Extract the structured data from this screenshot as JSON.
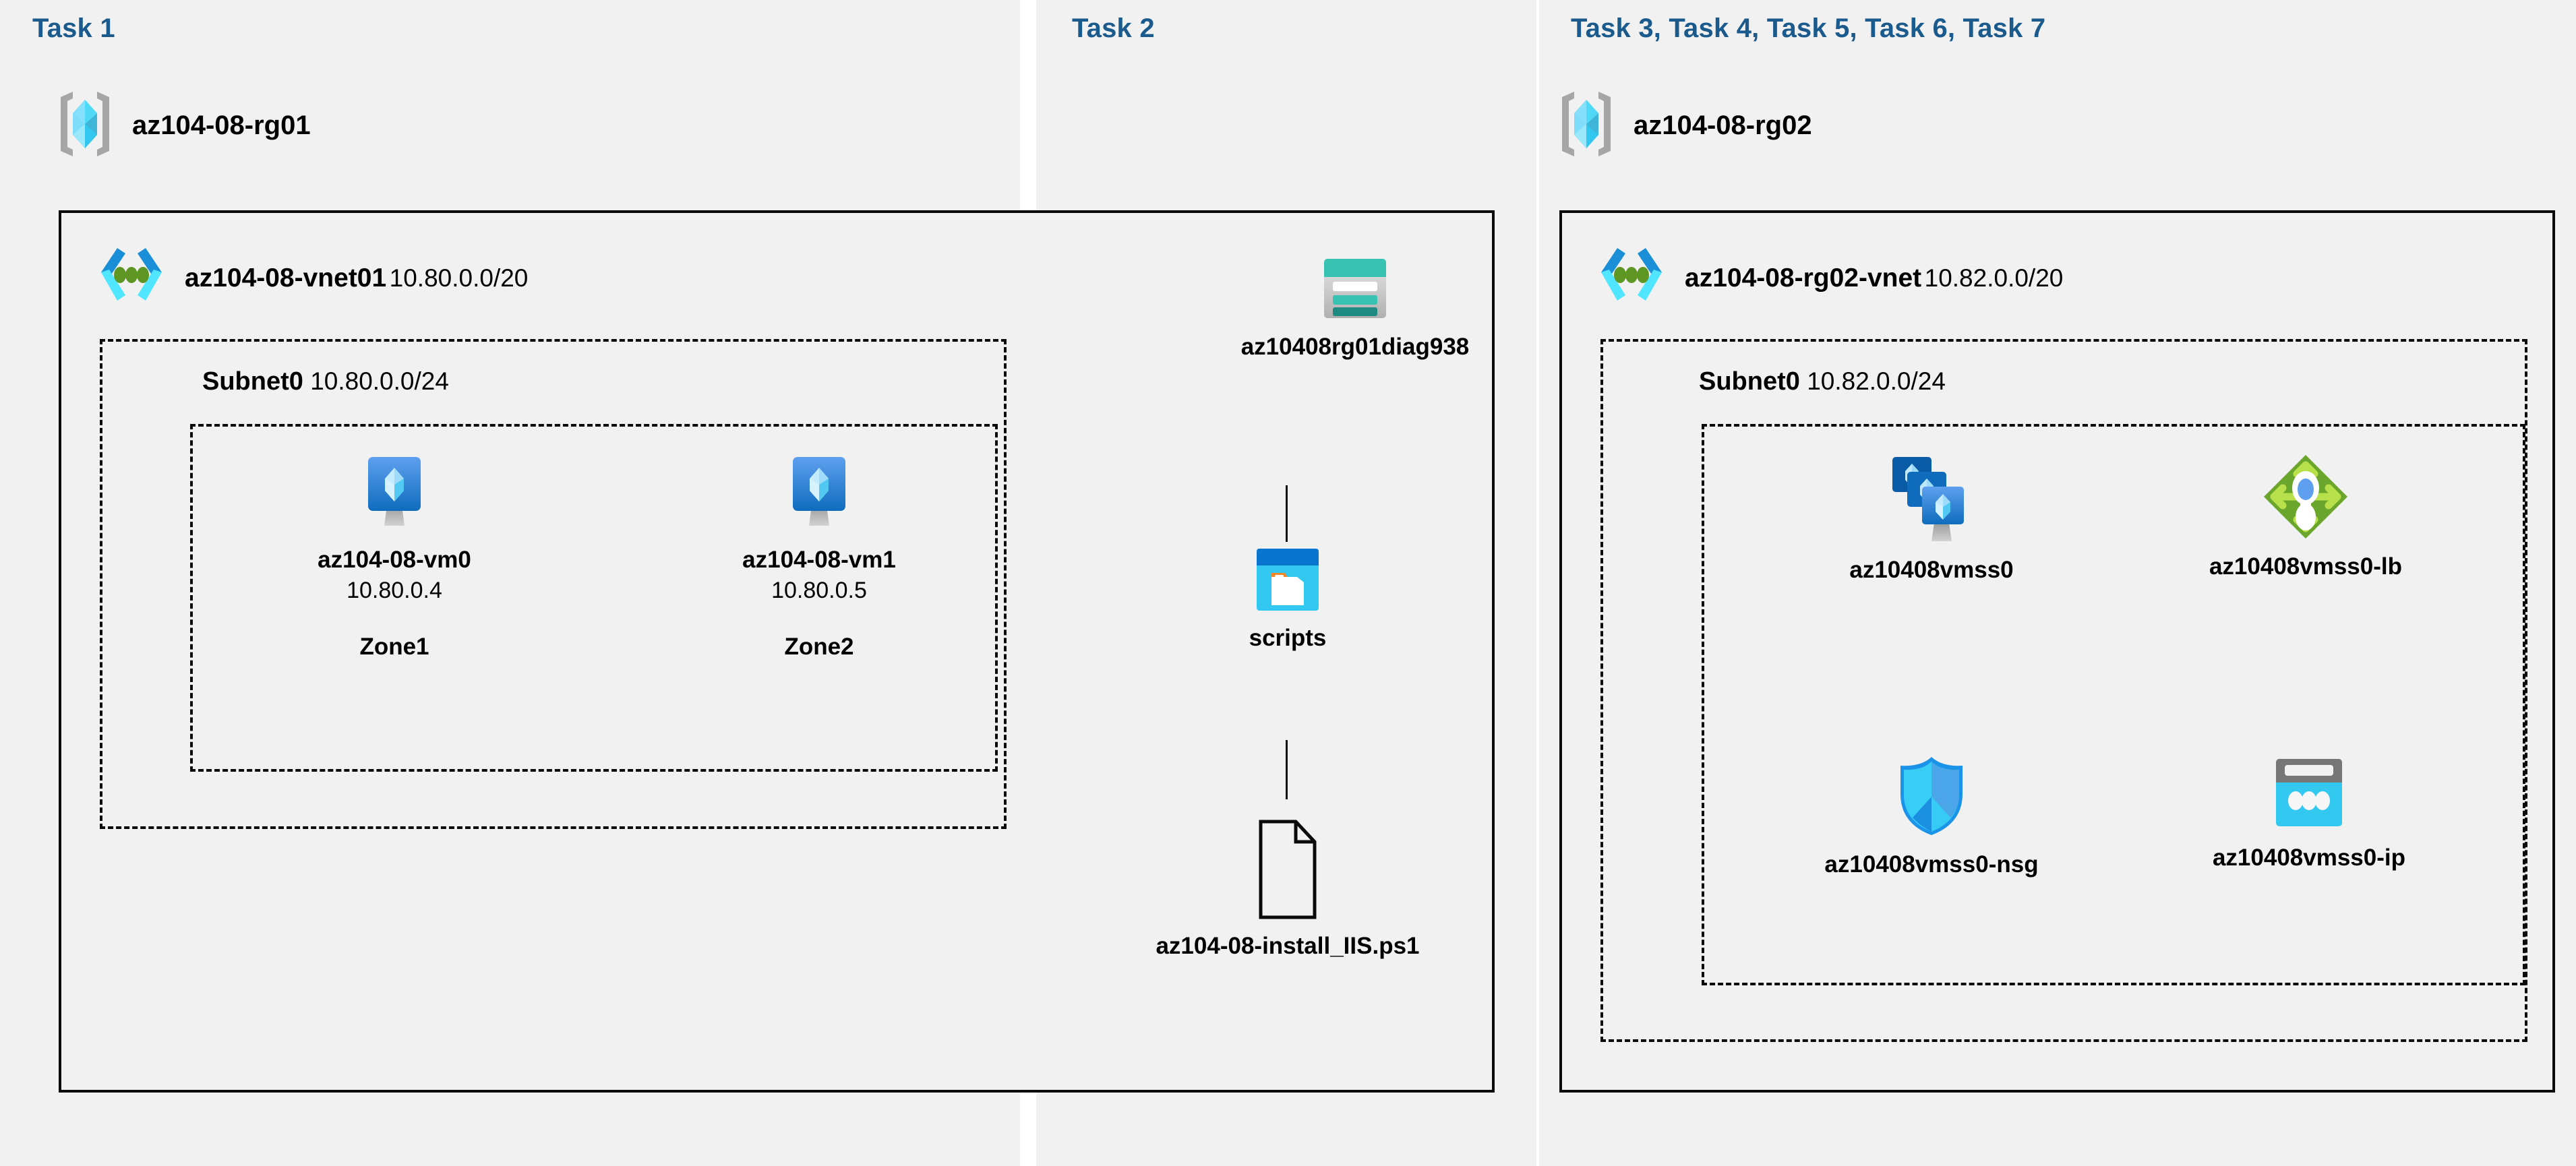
{
  "sections": [
    {
      "id": "task1",
      "title": "Task 1",
      "resource_group": "az104-08-rg01",
      "rg_icon": "resource-group-icon",
      "vnet": {
        "name": "az104-08-vnet01",
        "cidr": "10.80.0.0/20",
        "icon": "virtual-network-icon"
      },
      "subnet": {
        "name": "Subnet0",
        "cidr": "10.80.0.0/24"
      },
      "vms": [
        {
          "name": "az104-08-vm0",
          "ip": "10.80.0.4",
          "zone": "Zone1",
          "icon": "virtual-machine-icon"
        },
        {
          "name": "az104-08-vm1",
          "ip": "10.80.0.5",
          "zone": "Zone2",
          "icon": "virtual-machine-icon"
        }
      ]
    },
    {
      "id": "task2",
      "title": "Task 2",
      "nodes": [
        {
          "name": "az10408rg01diag938",
          "icon": "storage-account-icon"
        },
        {
          "name": "scripts",
          "icon": "blob-container-icon"
        },
        {
          "name": "az104-08-install_IIS.ps1",
          "icon": "file-icon"
        }
      ]
    },
    {
      "id": "task3",
      "title": "Task 3, Task 4, Task 5, Task 6, Task 7",
      "resource_group": "az104-08-rg02",
      "rg_icon": "resource-group-icon",
      "vnet": {
        "name": "az104-08-rg02-vnet",
        "cidr": "10.82.0.0/20",
        "icon": "virtual-network-icon"
      },
      "subnet": {
        "name": "Subnet0",
        "cidr": "10.82.0.0/24"
      },
      "resources": [
        {
          "name": "az10408vmss0",
          "icon": "vm-scale-set-icon"
        },
        {
          "name": "az10408vmss0-lb",
          "icon": "load-balancer-icon"
        },
        {
          "name": "az10408vmss0-nsg",
          "icon": "network-security-group-icon"
        },
        {
          "name": "az10408vmss0-ip",
          "icon": "public-ip-address-icon"
        }
      ]
    }
  ],
  "colors": {
    "task_title": "#1b5a8c",
    "panel_bg": "#f1f1f1",
    "border": "#0a0a0a",
    "azure_blue": "#0078d4",
    "azure_cyan": "#32c8f0",
    "storage_teal": "#37c2b1",
    "lb_green": "#7ab929",
    "page_bg": "#ffffff"
  }
}
